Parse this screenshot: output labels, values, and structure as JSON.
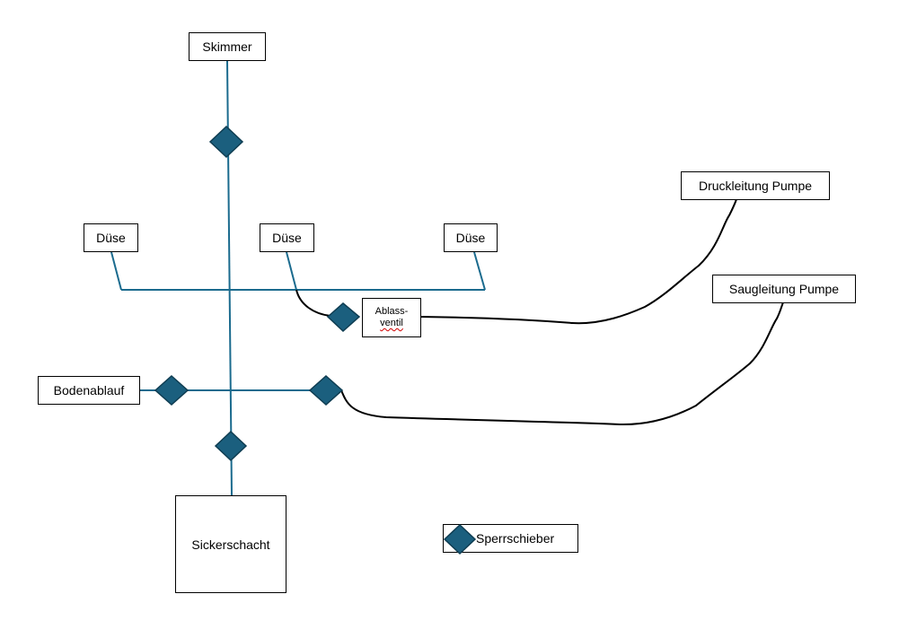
{
  "colors": {
    "pipe": "#1b6b8e",
    "valve_fill": "#1b5f7e",
    "valve_stroke": "#0f3d52",
    "hose": "#000000"
  },
  "labels": {
    "skimmer": "Skimmer",
    "duese_left": "Düse",
    "duese_middle": "Düse",
    "duese_right": "Düse",
    "druckleitung": "Druckleitung Pumpe",
    "saugleitung": "Saugleitung Pumpe",
    "ablass_line1": "Ablass-",
    "ablass_line2": "ventil",
    "bodenablauf": "Bodenablauf",
    "sickerschacht": "Sickerschacht"
  },
  "legend": {
    "label": "Sperrschieber",
    "icon": "valve-diamond-icon"
  }
}
